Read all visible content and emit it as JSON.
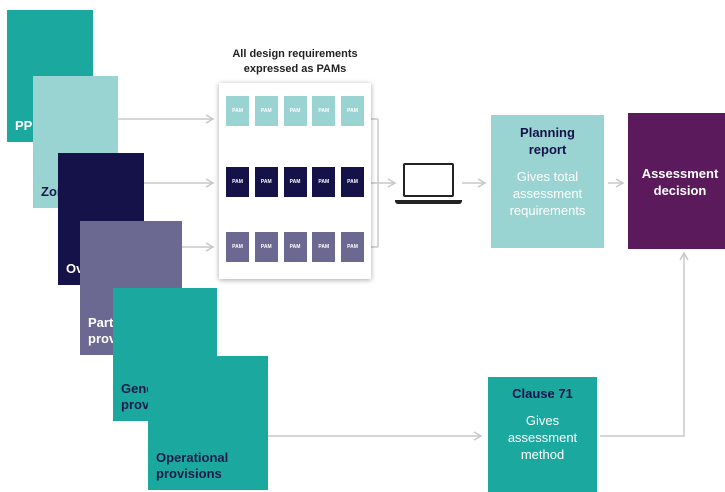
{
  "colors": {
    "teal": "#1aa89f",
    "light_teal": "#99d4d2",
    "navy": "#15124a",
    "slate": "#6b6892",
    "purple": "#5a1a5c",
    "connector": "#c8c8c8"
  },
  "stack": {
    "ppf": "PPF",
    "zones": "Zones",
    "overlays": "Overlays",
    "particular": "Particular provisions",
    "general": "General provisions",
    "operational": "Operational provisions"
  },
  "pam_heading": "All design requirements expressed as PAMs",
  "pam_label": "PAM",
  "pam_rows": [
    {
      "color": "light_teal",
      "count": 5
    },
    {
      "color": "navy",
      "count": 5
    },
    {
      "color": "slate",
      "count": 5
    }
  ],
  "planning_report": {
    "title": "Planning report",
    "text": "Gives total assessment requirements"
  },
  "assessment_decision": {
    "title": "Assessment decision"
  },
  "clause71": {
    "title": "Clause 71",
    "text": "Gives assessment method"
  },
  "laptop_icon": "laptop-icon"
}
